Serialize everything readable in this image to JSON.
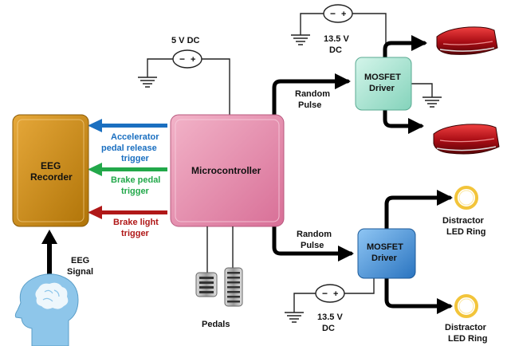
{
  "blocks": {
    "eeg_recorder": [
      "EEG",
      "Recorder"
    ],
    "microcontroller": "Microcontroller",
    "mosfet_top": [
      "MOSFET",
      "Driver"
    ],
    "mosfet_bottom": [
      "MOSFET",
      "Driver"
    ]
  },
  "sources": {
    "mcu_supply": "5 V DC",
    "top_supply": [
      "13.5 V",
      "DC"
    ],
    "bottom_supply": [
      "13.5 V",
      "DC"
    ]
  },
  "triggers": [
    {
      "lines": [
        "Accelerator",
        "pedal release",
        "trigger"
      ],
      "color": "#1a6fc0"
    },
    {
      "lines": [
        "Brake pedal",
        "trigger"
      ],
      "color": "#22a84a"
    },
    {
      "lines": [
        "Brake light",
        "trigger"
      ],
      "color": "#b01818"
    }
  ],
  "pulses": {
    "top": [
      "Random",
      "Pulse"
    ],
    "bottom": [
      "Random",
      "Pulse"
    ]
  },
  "outputs": {
    "led_ring_1": [
      "Distractor",
      "LED Ring"
    ],
    "led_ring_2": [
      "Distractor",
      "LED Ring"
    ]
  },
  "eeg_signal": [
    "EEG",
    "Signal"
  ],
  "pedals_label": "Pedals",
  "colors": {
    "eeg_block": "#c8860a",
    "microcontroller_block": "#e48aab",
    "mosfet_top_block": "#9fe0cc",
    "mosfet_bottom_block": "#3c8fdc",
    "led_ring": "#f2c43a"
  }
}
